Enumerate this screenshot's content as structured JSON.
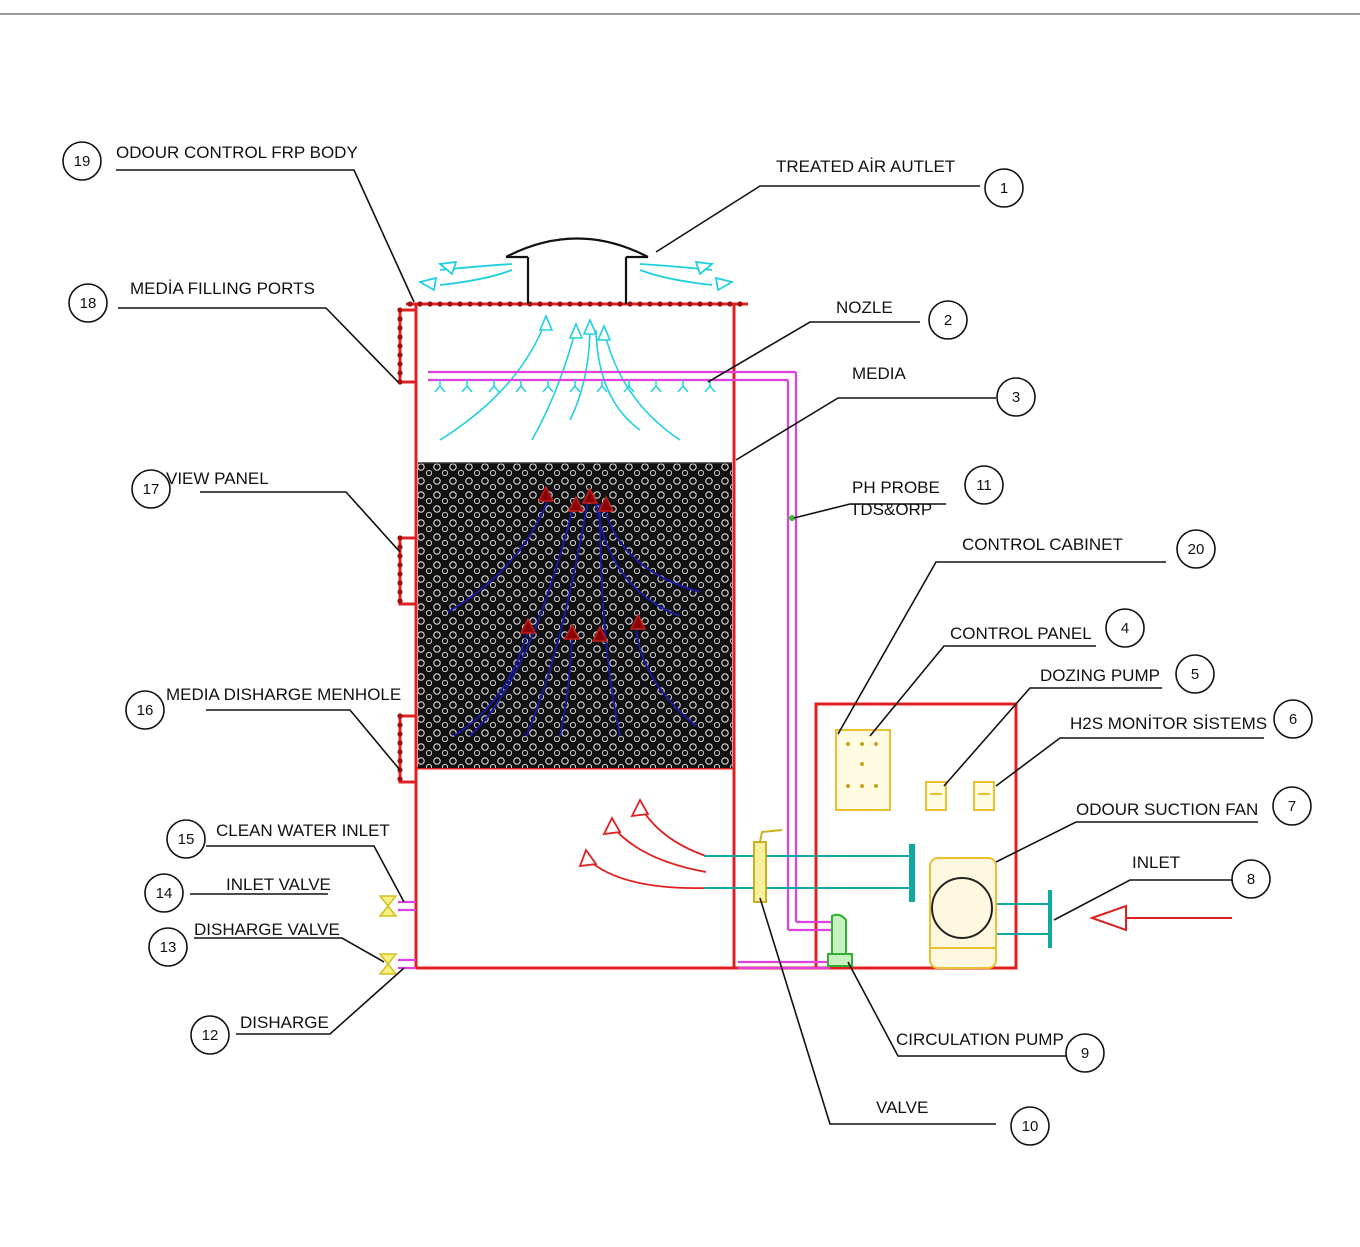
{
  "diagram": {
    "title": "Odour Control Unit Schematic",
    "colors": {
      "body": "#e02020",
      "pipe": "#e040e0",
      "air": "#20d0e0",
      "flow": "#1a1aa0",
      "fan": "#e8c030",
      "teal": "#10a8a0",
      "valve": "#f0e040"
    },
    "callouts": [
      {
        "num": "1",
        "label": "TREATED AİR AUTLET"
      },
      {
        "num": "2",
        "label": "NOZLE"
      },
      {
        "num": "3",
        "label": "MEDIA"
      },
      {
        "num": "4",
        "label": "CONTROL PANEL"
      },
      {
        "num": "5",
        "label": "DOZING PUMP"
      },
      {
        "num": "6",
        "label": "H2S MONİTOR SİSTEMS"
      },
      {
        "num": "7",
        "label": "ODOUR SUCTION FAN"
      },
      {
        "num": "8",
        "label": "INLET"
      },
      {
        "num": "9",
        "label": "CIRCULATION PUMP"
      },
      {
        "num": "10",
        "label": "VALVE"
      },
      {
        "num": "11",
        "label": "PH PROBE",
        "label2": "TDS&ORP"
      },
      {
        "num": "12",
        "label": "DISHARGE"
      },
      {
        "num": "13",
        "label": "DISHARGE VALVE"
      },
      {
        "num": "14",
        "label": "INLET VALVE"
      },
      {
        "num": "15",
        "label": "CLEAN WATER INLET"
      },
      {
        "num": "16",
        "label": "MEDIA DISHARGE MENHOLE"
      },
      {
        "num": "17",
        "label": "VIEW PANEL"
      },
      {
        "num": "18",
        "label": "MEDİA FILLING PORTS"
      },
      {
        "num": "19",
        "label": "ODOUR CONTROL FRP BODY"
      },
      {
        "num": "20",
        "label": "CONTROL CABINET"
      }
    ]
  }
}
